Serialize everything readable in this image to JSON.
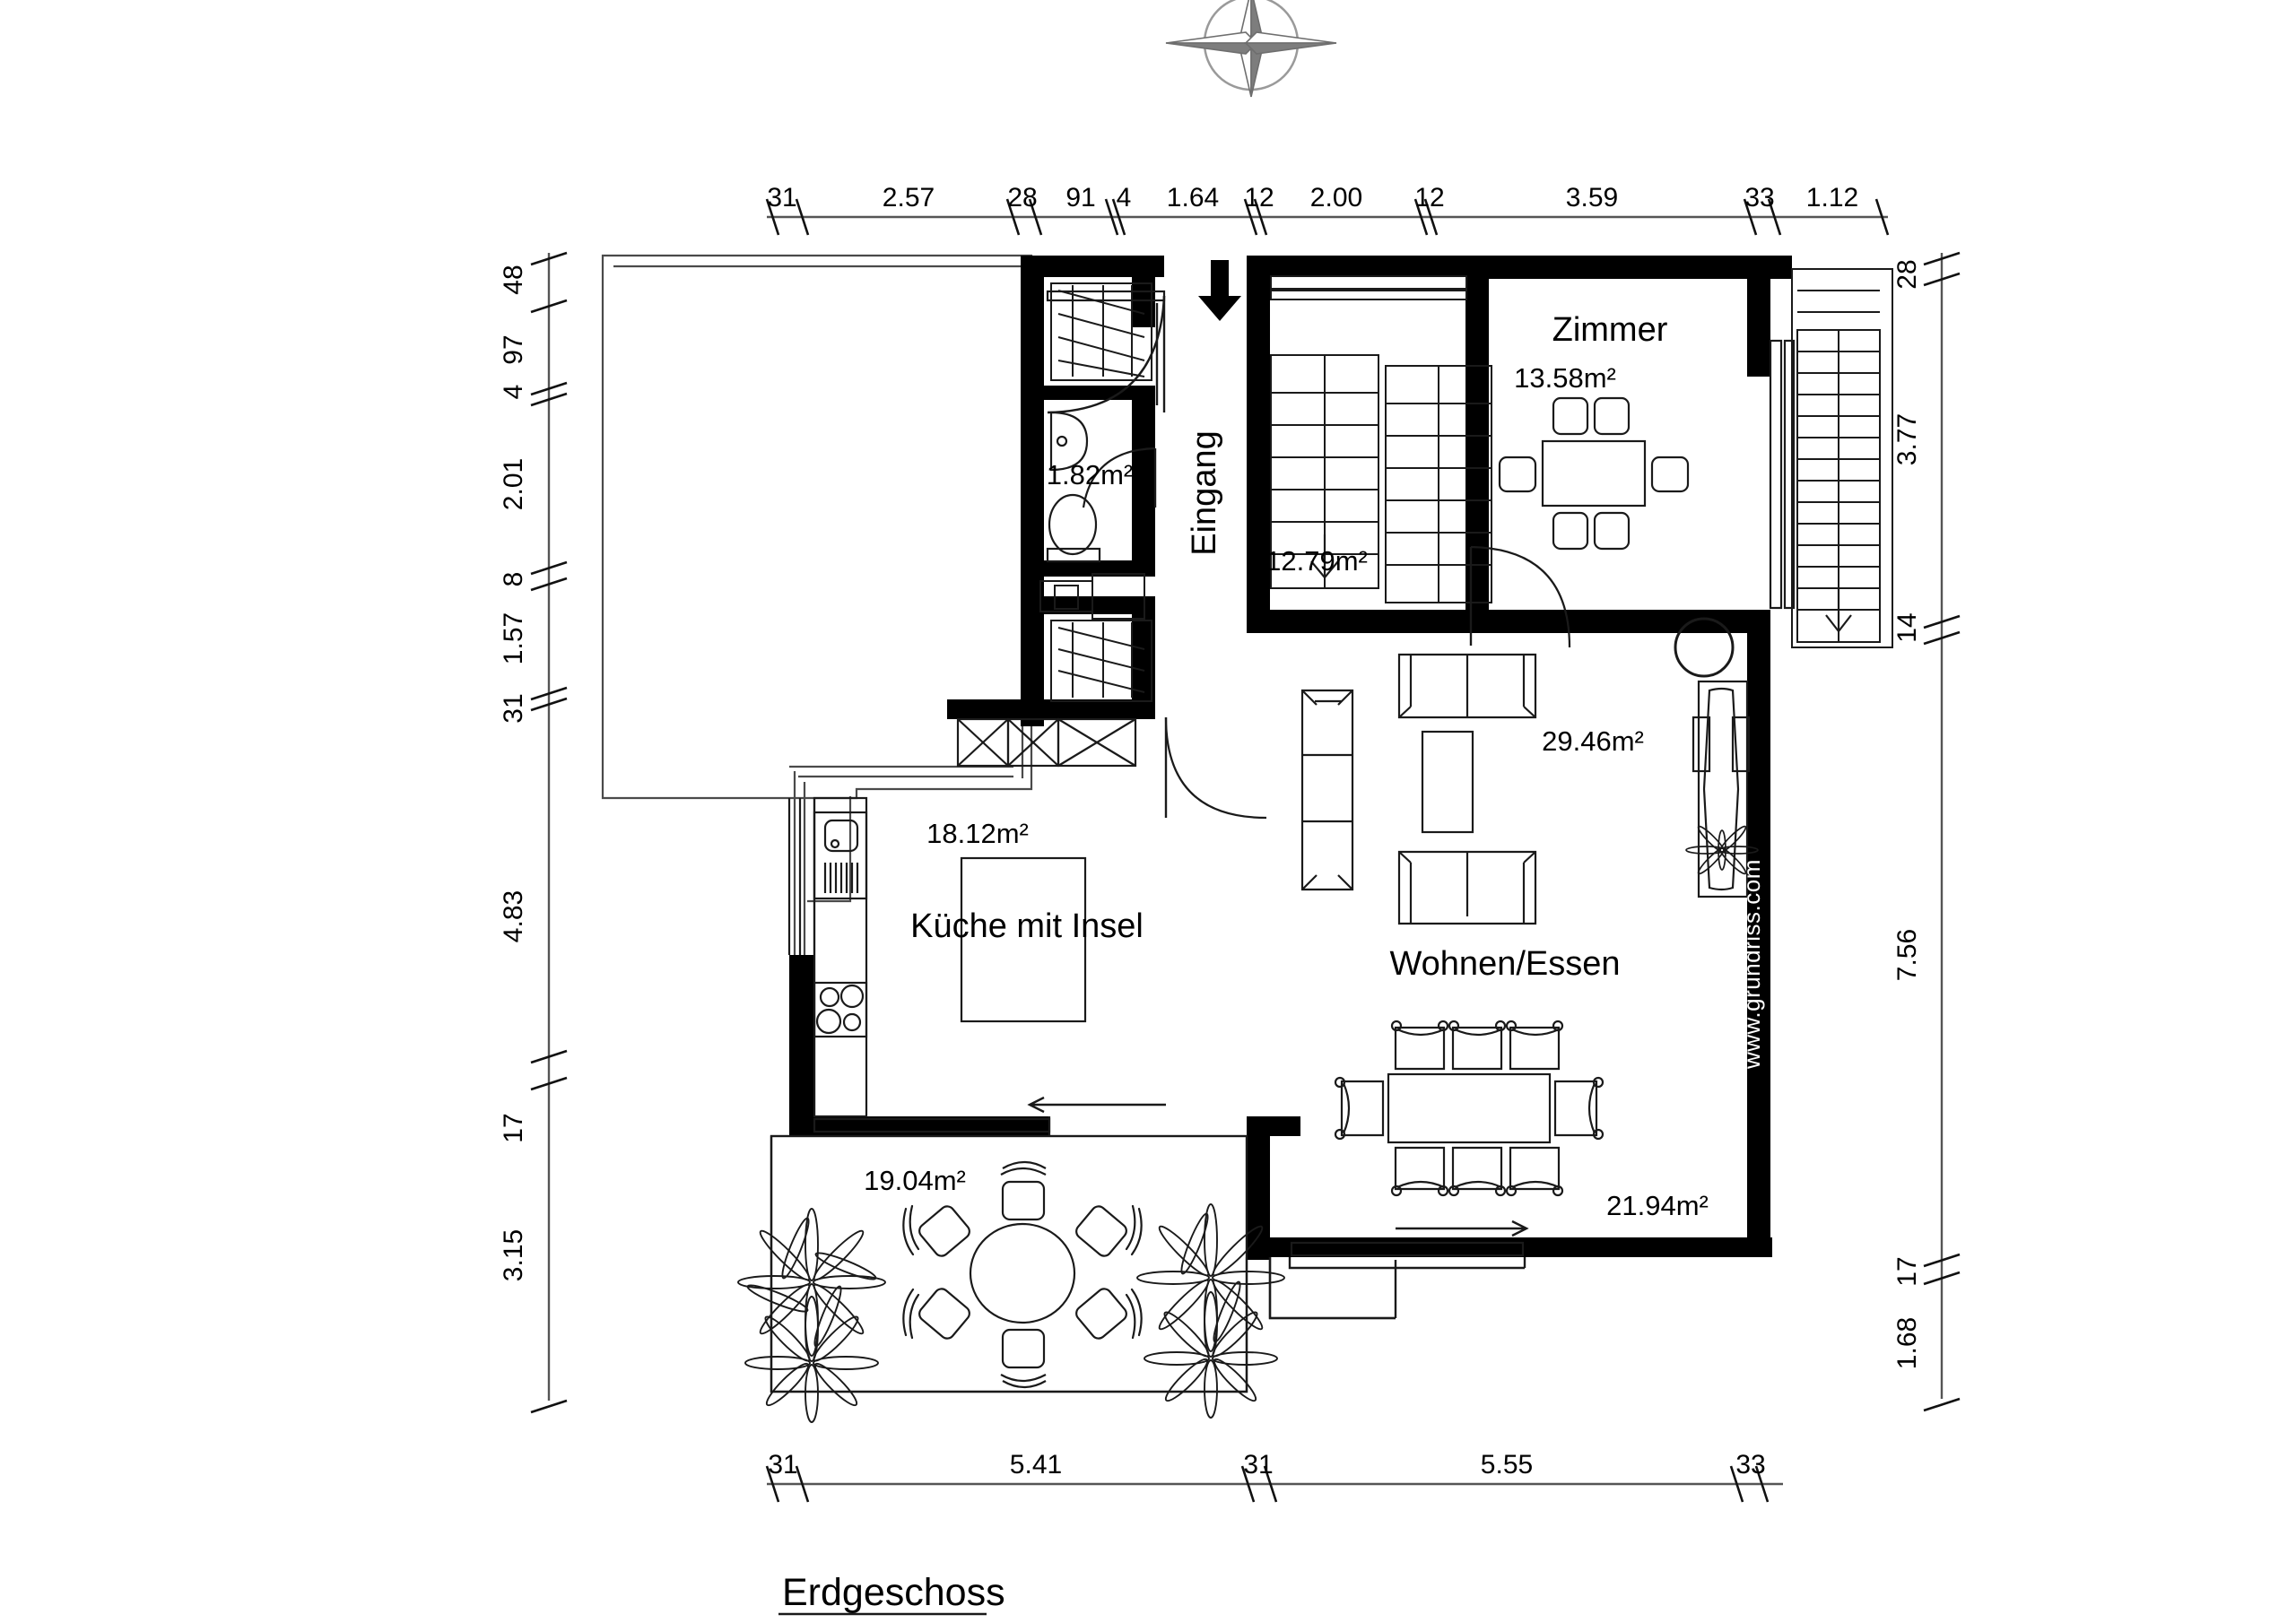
{
  "title": {
    "text": "Erdgeschoss"
  },
  "watermark": {
    "text": "www.grundriss.com"
  },
  "compass": {
    "name": "compass-rose"
  },
  "rooms": [
    {
      "id": "zimmer",
      "name": "Zimmer",
      "area": "13.58m²"
    },
    {
      "id": "eingang",
      "name": "Eingang",
      "area": "12.79m²"
    },
    {
      "id": "wc",
      "name": "",
      "area": "1.82m²"
    },
    {
      "id": "kueche",
      "name": "Küche mit Insel",
      "area": "18.12m²"
    },
    {
      "id": "wohnen_essen",
      "name": "Wohnen/Essen",
      "area": "29.46m²"
    },
    {
      "id": "terrasse_west",
      "name": "",
      "area": "19.04m²"
    },
    {
      "id": "terrasse_ost",
      "name": "",
      "area": "21.94m²"
    }
  ],
  "dimensions": {
    "top": [
      "31",
      "2.57",
      "28",
      "91",
      "4",
      "1.64",
      "12",
      "2.00",
      "12",
      "3.59",
      "33",
      "1.12"
    ],
    "bottom": [
      "31",
      "5.41",
      "31",
      "5.55",
      "33"
    ],
    "left": [
      "48",
      "97",
      "4",
      "2.01",
      "8",
      "1.57",
      "31",
      "4.83",
      "17",
      "3.15"
    ],
    "right": [
      "28",
      "3.77",
      "14",
      "7.56",
      "17",
      "1.68"
    ]
  },
  "colors": {
    "wall": "#000000",
    "line": "#1a1a1a",
    "thin": "#404040",
    "background": "#ffffff",
    "compass_shade": "#808080"
  }
}
